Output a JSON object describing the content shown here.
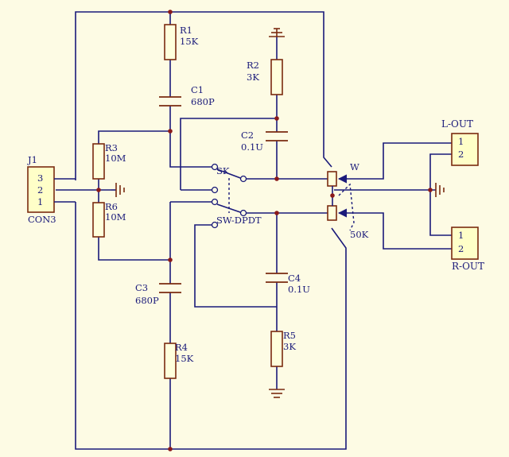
{
  "connectors": {
    "j1": {
      "ref": "J1",
      "value": "CON3",
      "pins": [
        "3",
        "2",
        "1"
      ]
    },
    "l_out": {
      "ref": "L-OUT",
      "pins": [
        "1",
        "2"
      ]
    },
    "r_out": {
      "ref": "R-OUT",
      "pins": [
        "1",
        "2"
      ]
    }
  },
  "resistors": {
    "r1": {
      "ref": "R1",
      "value": "15K"
    },
    "r2": {
      "ref": "R2",
      "value": "3K"
    },
    "r3": {
      "ref": "R3",
      "value": "10M"
    },
    "r4": {
      "ref": "R4",
      "value": "15K"
    },
    "r5": {
      "ref": "R5",
      "value": "3K"
    },
    "r6": {
      "ref": "R6",
      "value": "10M"
    }
  },
  "capacitors": {
    "c1": {
      "ref": "C1",
      "value": "680P"
    },
    "c2": {
      "ref": "C2",
      "value": "0.1U"
    },
    "c3": {
      "ref": "C3",
      "value": "680P"
    },
    "c4": {
      "ref": "C4",
      "value": "0.1U"
    }
  },
  "switch": {
    "ref": "SK",
    "value": "SW-DPDT"
  },
  "potentiometer": {
    "ref": "W",
    "value": "50K"
  },
  "colors": {
    "background": "#fdfbe4",
    "wire": "#1a1a7a",
    "component_outline": "#7a2a10",
    "component_fill": "#ffffdc",
    "junction": "#8b1a1a"
  }
}
